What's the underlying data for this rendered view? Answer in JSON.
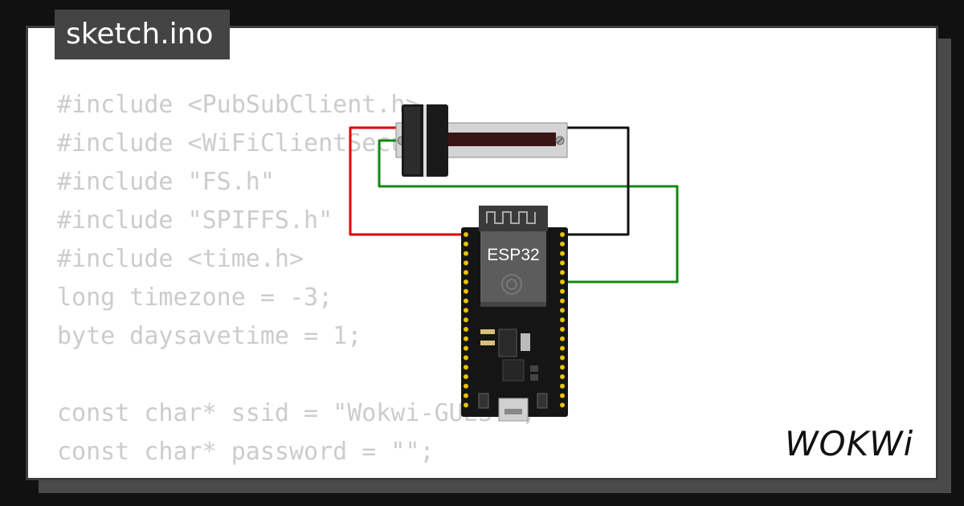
{
  "tab": {
    "title": "sketch.ino"
  },
  "code_lines": [
    "#include <PubSubClient.h>",
    "#include <WiFiClientSecure.h>",
    "#include \"FS.h\"",
    "#include \"SPIFFS.h\"",
    "#include <time.h>",
    "long timezone = -3;",
    "byte daysavetime = 1;",
    "",
    "const char* ssid = \"Wokwi-GUEST\";",
    "const char* password = \"\";"
  ],
  "board": {
    "label": "ESP32"
  },
  "brand": {
    "name": "WOKWi"
  },
  "colors": {
    "background": "#111111",
    "card": "#ffffff",
    "tab": "#444444",
    "code_text": "#cccccc",
    "wire_red": "#dd0000",
    "wire_green": "#118811",
    "wire_black": "#111111"
  }
}
